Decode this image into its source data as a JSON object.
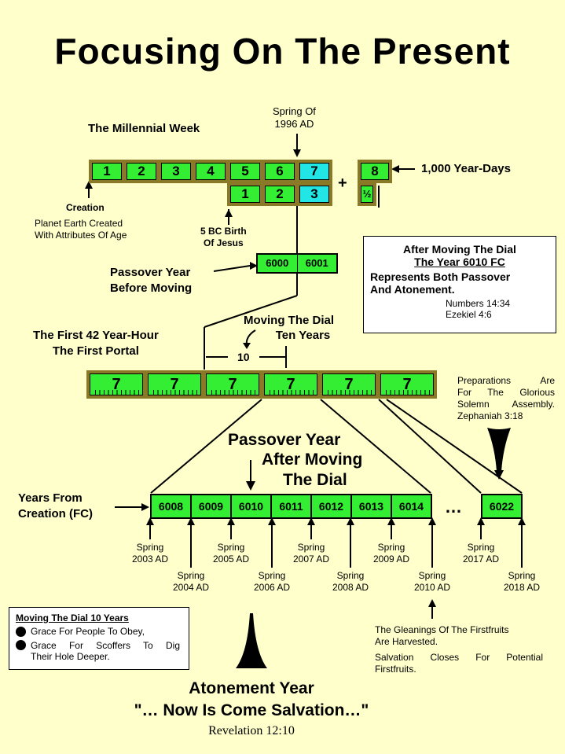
{
  "title": "Focusing On The Present",
  "millennial_week": {
    "label": "The Millennial Week",
    "top_cells": [
      "1",
      "2",
      "3",
      "4",
      "5",
      "6",
      "7"
    ],
    "bottom_cells": [
      "1",
      "2",
      "3"
    ],
    "plus": "+",
    "eighth": "8",
    "half": "½",
    "year_days": "1,000 Year-Days",
    "spring_1996_a": "Spring Of",
    "spring_1996_b": "1996 AD"
  },
  "creation": {
    "label": "Creation",
    "line1": "Planet Earth Created",
    "line2": "With Attributes Of Age"
  },
  "birth": {
    "line1": "5 BC Birth",
    "line2": "Of Jesus"
  },
  "passover_before": {
    "line1": "Passover Year",
    "line2": "Before Moving",
    "cells": [
      "6000",
      "6001"
    ]
  },
  "info_box": {
    "line1": "After Moving The Dial",
    "line2": "The Year 6010 FC",
    "line3": "Represents Both Passover",
    "line4": "And Atonement.",
    "ref1": "Numbers 14:34",
    "ref2": "Ezekiel 4:6"
  },
  "portal": {
    "line1": "The First 42 Year-Hour",
    "line2": "The First Portal",
    "cells": [
      "7",
      "7",
      "7",
      "7",
      "7",
      "7"
    ]
  },
  "moving_dial": {
    "line1": "Moving The Dial",
    "line2": "Ten Years",
    "ten": "10"
  },
  "preparations": {
    "line1": "Preparations Are",
    "line2": "For The Glorious",
    "line3": "Solemn Assembly.",
    "line4": "Zephaniah 3:18"
  },
  "passover_after": {
    "line1": "Passover Year",
    "line2": "After Moving",
    "line3": "The Dial"
  },
  "years_from_creation": {
    "line1": "Years From",
    "line2": "Creation (FC)"
  },
  "year_cells": [
    "6008",
    "6009",
    "6010",
    "6011",
    "6012",
    "6013",
    "6014"
  ],
  "ellipsis": "…",
  "year_last": "6022",
  "springs_upper": [
    {
      "a": "Spring",
      "b": "2003 AD"
    },
    {
      "a": "Spring",
      "b": "2005 AD"
    },
    {
      "a": "Spring",
      "b": "2007 AD"
    },
    {
      "a": "Spring",
      "b": "2009 AD"
    },
    {
      "a": "Spring",
      "b": "2017 AD"
    }
  ],
  "springs_lower": [
    {
      "a": "Spring",
      "b": "2004 AD"
    },
    {
      "a": "Spring",
      "b": "2006 AD"
    },
    {
      "a": "Spring",
      "b": "2008 AD"
    },
    {
      "a": "Spring",
      "b": "2010 AD"
    },
    {
      "a": "Spring",
      "b": "2018 AD"
    }
  ],
  "dial_box": {
    "heading": "Moving The Dial 10 Years",
    "item1": "Grace For People To Obey,",
    "item2a": "Grace For Scoffers To Dig",
    "item2b": "Their Hole Deeper."
  },
  "gleanings": {
    "line1": "The Gleanings Of The Firstfruits",
    "line2": "Are Harvested.",
    "line3": "Salvation Closes For Potential",
    "line4": "Firstfruits."
  },
  "atonement": {
    "line1": "Atonement Year",
    "line2": "\"… Now Is Come Salvation…\"",
    "ref": "Revelation 12:10"
  }
}
